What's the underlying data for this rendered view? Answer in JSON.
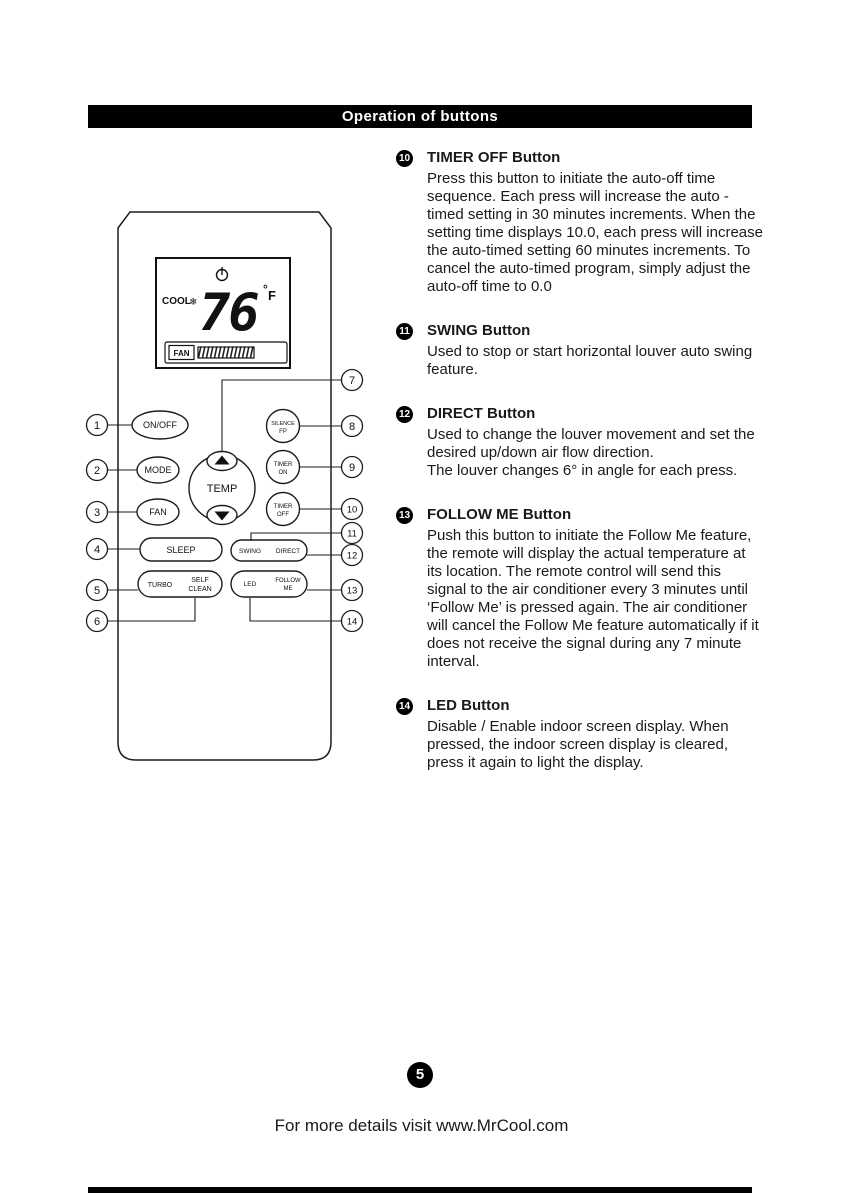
{
  "page": {
    "header": "Operation of buttons",
    "page_number": "5",
    "footer": "For more details visit www.MrCool.com"
  },
  "remote": {
    "display": {
      "mode": "COOL",
      "snowflake": "❄",
      "temp": "76",
      "degree": "°",
      "unit": "F",
      "fan": "FAN"
    },
    "buttons": {
      "onoff": "ON/OFF",
      "mode": "MODE",
      "fan": "FAN",
      "sleep": "SLEEP",
      "turbo": "TURBO",
      "self": "SELF",
      "clean": "CLEAN",
      "temp": "TEMP",
      "silence": "SILENCE",
      "fp": "FP",
      "timer": "TIMER",
      "on": "ON",
      "off": "OFF",
      "swing": "SWING",
      "direct": "DIRECT",
      "led": "LED",
      "follow": "FOLLOW",
      "me": "ME"
    },
    "callouts": [
      "1",
      "2",
      "3",
      "4",
      "5",
      "6",
      "7",
      "8",
      "9",
      "10",
      "11",
      "12",
      "13",
      "14"
    ]
  },
  "sections": [
    {
      "num": "10",
      "title": "TIMER OFF Button",
      "body": "Press this button to initiate the auto-off time sequence. Each press will increase the auto -timed setting in 30 minutes increments. When the setting time displays 10.0, each press will increase the auto-timed setting 60 minutes increments. To cancel the auto-timed program, simply adjust the auto-off time to 0.0"
    },
    {
      "num": "11",
      "title": "SWING Button",
      "body": "Used to stop or start horizontal louver auto swing feature."
    },
    {
      "num": "12",
      "title": "DIRECT Button",
      "body": "Used to change the louver movement and set the desired up/down air flow direction.\nThe louver changes 6° in angle for each press."
    },
    {
      "num": "13",
      "title": "FOLLOW ME Button",
      "body": "Push this button to initiate the Follow Me feature, the remote will display the actual temperature at its location. The remote control will send this signal to the air conditioner every 3 minutes until ‘Follow Me’ is pressed again. The air conditioner will cancel the Follow Me feature automatically if it does not receive the signal during any 7 minute interval."
    },
    {
      "num": "14",
      "title": "LED Button",
      "body": "Disable / Enable indoor screen display. When pressed, the indoor screen display is cleared, press it again to light the display."
    }
  ]
}
